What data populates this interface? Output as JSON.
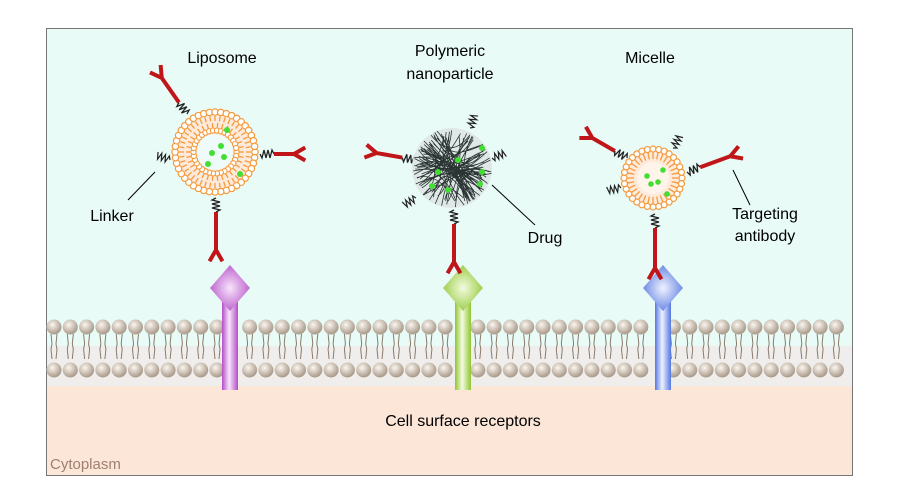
{
  "labels": {
    "liposome": "Liposome",
    "polymeric_line1": "Polymeric",
    "polymeric_line2": "nanoparticle",
    "micelle": "Micelle",
    "linker": "Linker",
    "drug": "Drug",
    "targeting_line1": "Targeting",
    "targeting_line2": "antibody",
    "receptors": "Cell surface receptors",
    "cytoplasm": "Cytoplasm"
  },
  "colors": {
    "extracellular": "#e8fbf7",
    "cytoplasm": "#fbe6d8",
    "antibody": "#c0161a",
    "lipid": "#f59a3c",
    "drug": "#44dd33",
    "receptor_liposome": "#c060d0",
    "receptor_polymeric": "#9cd040",
    "receptor_micelle": "#6688ee",
    "membrane_head": "#c8b8a8"
  }
}
